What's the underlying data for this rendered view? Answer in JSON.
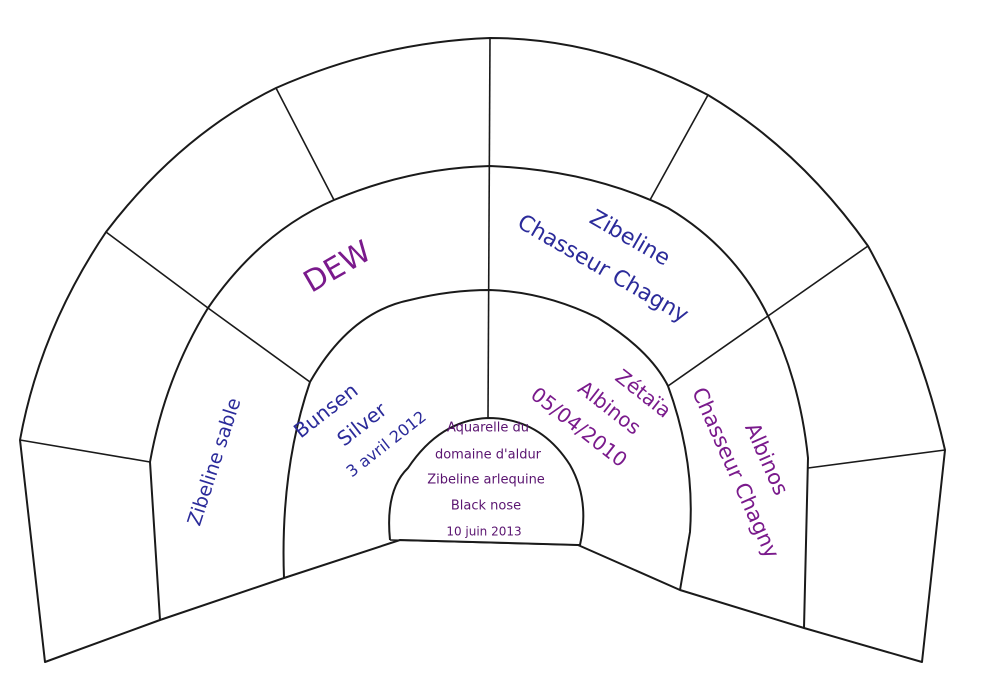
{
  "colors": {
    "line": "#1a1a1a",
    "blue": "#2b2b9a",
    "purple": "#7a1a8c",
    "background": "#ffffff"
  },
  "center": {
    "lines": [
      "Aquarelle du",
      "domaine d'aldur",
      "Zibeline arlequine",
      "Black nose",
      "10 juin 2013"
    ],
    "color": "#5a1470"
  },
  "parents": {
    "sire": {
      "lines": [
        "Bunsen",
        "Silver",
        "3 avril 2012"
      ],
      "color": "#2b2b9a"
    },
    "dam": {
      "lines": [
        "Zétaïa",
        "Albinos",
        "05/04/2010"
      ],
      "color": "#7a1a8c"
    }
  },
  "grandparents": {
    "sire_sire": {
      "lines": [
        "Zibeline sable"
      ],
      "color": "#2b2b9a"
    },
    "sire_dam": {
      "lines": [
        "DEW"
      ],
      "color": "#7a1a8c"
    },
    "dam_sire": {
      "lines": [
        "Zibeline",
        "Chasseur Chagny"
      ],
      "color": "#2b2b9a"
    },
    "dam_dam": {
      "lines": [
        "Albinos",
        "Chasseur Chagny"
      ],
      "color": "#7a1a8c"
    }
  }
}
